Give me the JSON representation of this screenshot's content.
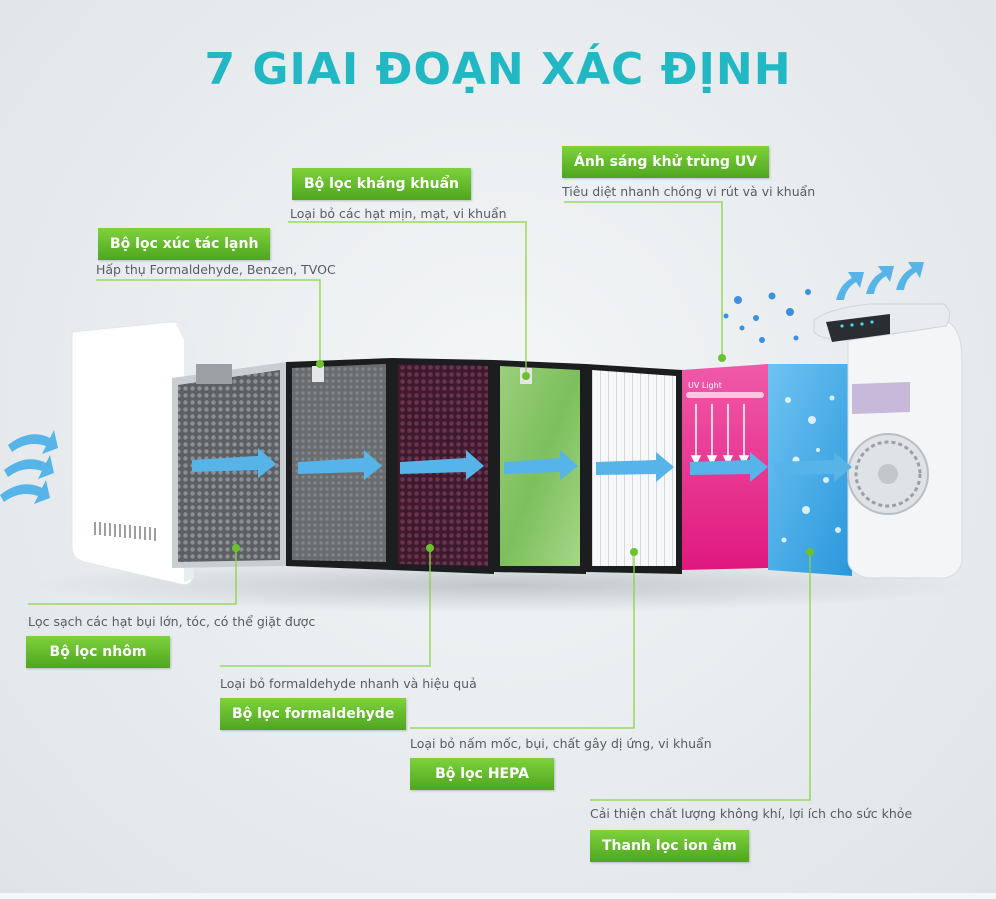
{
  "title": "7 GIAI ĐOẠN XÁC ĐỊNH",
  "stages": {
    "cold_catalyst": {
      "label": "Bộ lọc xúc tác lạnh",
      "description": "Hấp thụ Formaldehyde, Benzen, TVOC"
    },
    "antibacterial": {
      "label": "Bộ lọc kháng khuẩn",
      "description": "Loại bỏ các hạt mịn, mạt, vi khuẩn"
    },
    "uv_light": {
      "label": "Ánh sáng khử trùng UV",
      "description": "Tiêu diệt nhanh chóng vi rút và vi khuẩn"
    },
    "aluminum": {
      "label": "Bộ lọc nhôm",
      "description": "Lọc sạch các hạt bụi lớn, tóc, có thể giặt được"
    },
    "formaldehyde": {
      "label": "Bộ lọc formaldehyde",
      "description": "Loại bỏ formaldehyde nhanh và hiệu quả"
    },
    "hepa": {
      "label": "Bộ lọc HEPA",
      "description": "Loại bỏ nấm mốc, bụi, chất gây dị ứng, vi khuẩn"
    },
    "negative_ion": {
      "label": "Thanh lọc ion âm",
      "description": "Cải thiện chất lượng không khí, lợi ích cho sức khỏe"
    }
  },
  "uv_panel_text": "UV Light",
  "colors": {
    "title": "#22b8c3",
    "badge": "#5cb82a",
    "leader_line": "#8dd14a",
    "airflow_arrow": "#56b4e9"
  }
}
